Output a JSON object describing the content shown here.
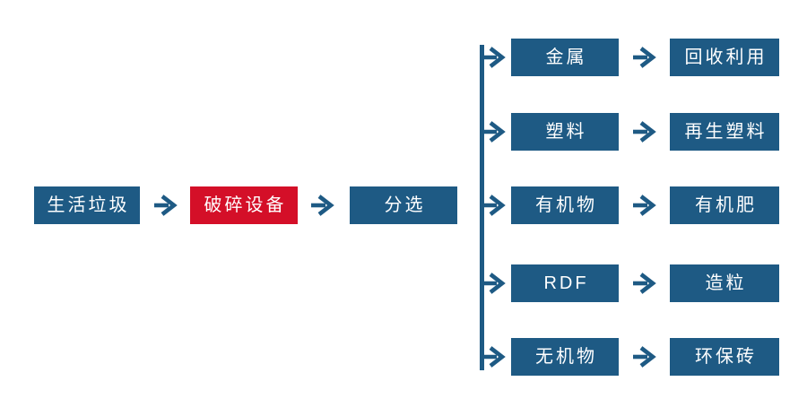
{
  "diagram": {
    "title": "household-waste-processing-flow",
    "colors": {
      "node_blue": "#1E5A84",
      "node_red": "#D40F28",
      "text": "#FFFFFF",
      "connector": "#1E5A84",
      "background": "#FFFFFF"
    },
    "main_flow": {
      "nodes": [
        {
          "label": "生活垃圾",
          "style": "blue"
        },
        {
          "label": "破碎设备",
          "style": "red"
        },
        {
          "label": "分选",
          "style": "blue"
        }
      ]
    },
    "branches": [
      {
        "category": "金属",
        "output": "回收利用"
      },
      {
        "category": "塑料",
        "output": "再生塑料"
      },
      {
        "category": "有机物",
        "output": "有机肥"
      },
      {
        "category": "RDF",
        "output": "造粒"
      },
      {
        "category": "无机物",
        "output": "环保砖"
      }
    ]
  }
}
